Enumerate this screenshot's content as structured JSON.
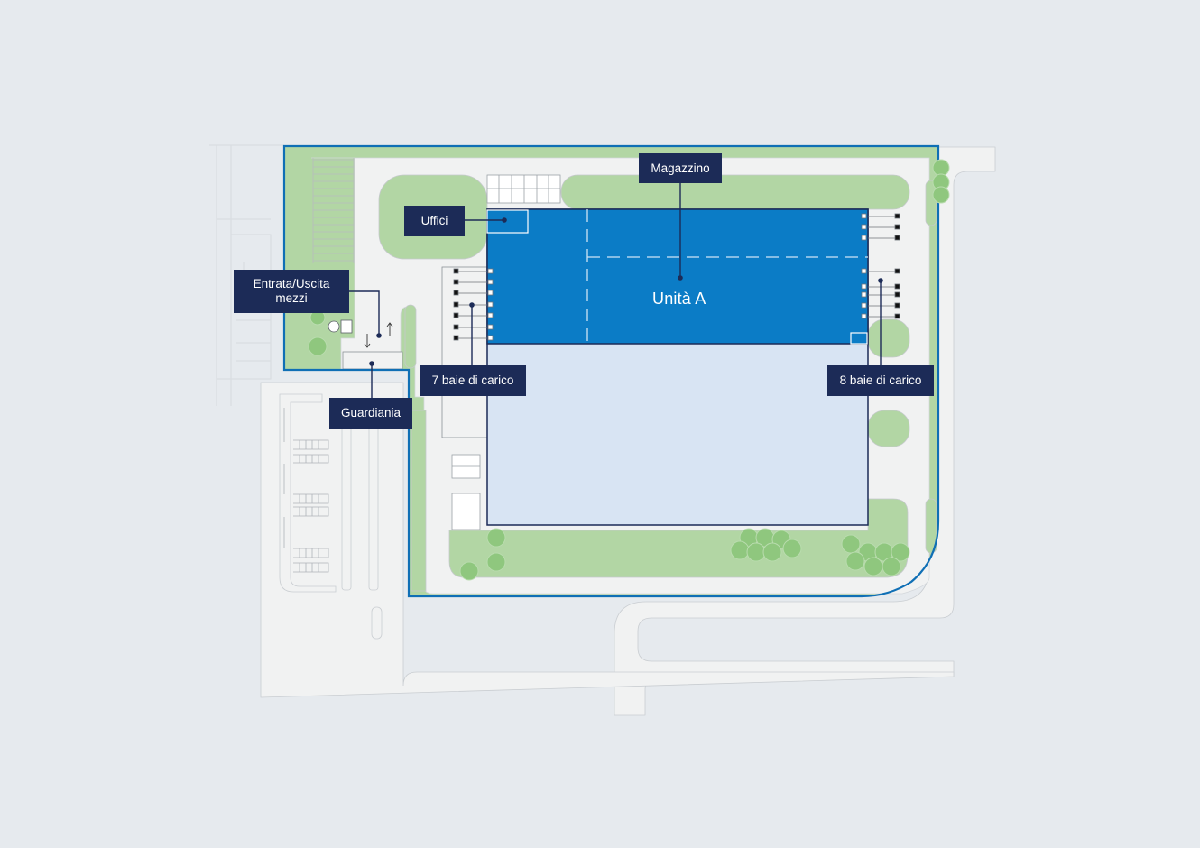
{
  "map": {
    "unit_title": "Unità A",
    "labels": {
      "magazzino": "Magazzino",
      "uffici": "Uffici",
      "entrata_uscita": "Entrata/Uscita mezzi",
      "guardiania": "Guardiania",
      "baie_ovest": "7 baie di carico",
      "baie_est": "8 baie di carico"
    },
    "colors": {
      "background": "#e6eaee",
      "road": "#f1f2f2",
      "green_area": "#b2d6a4",
      "site_boundary": "#0f6fb5",
      "unit_a": "#0b7cc6",
      "warehouse_other": "#d8e4f3",
      "label_bg": "#1c2b57",
      "tree": "#8fc77e"
    }
  }
}
